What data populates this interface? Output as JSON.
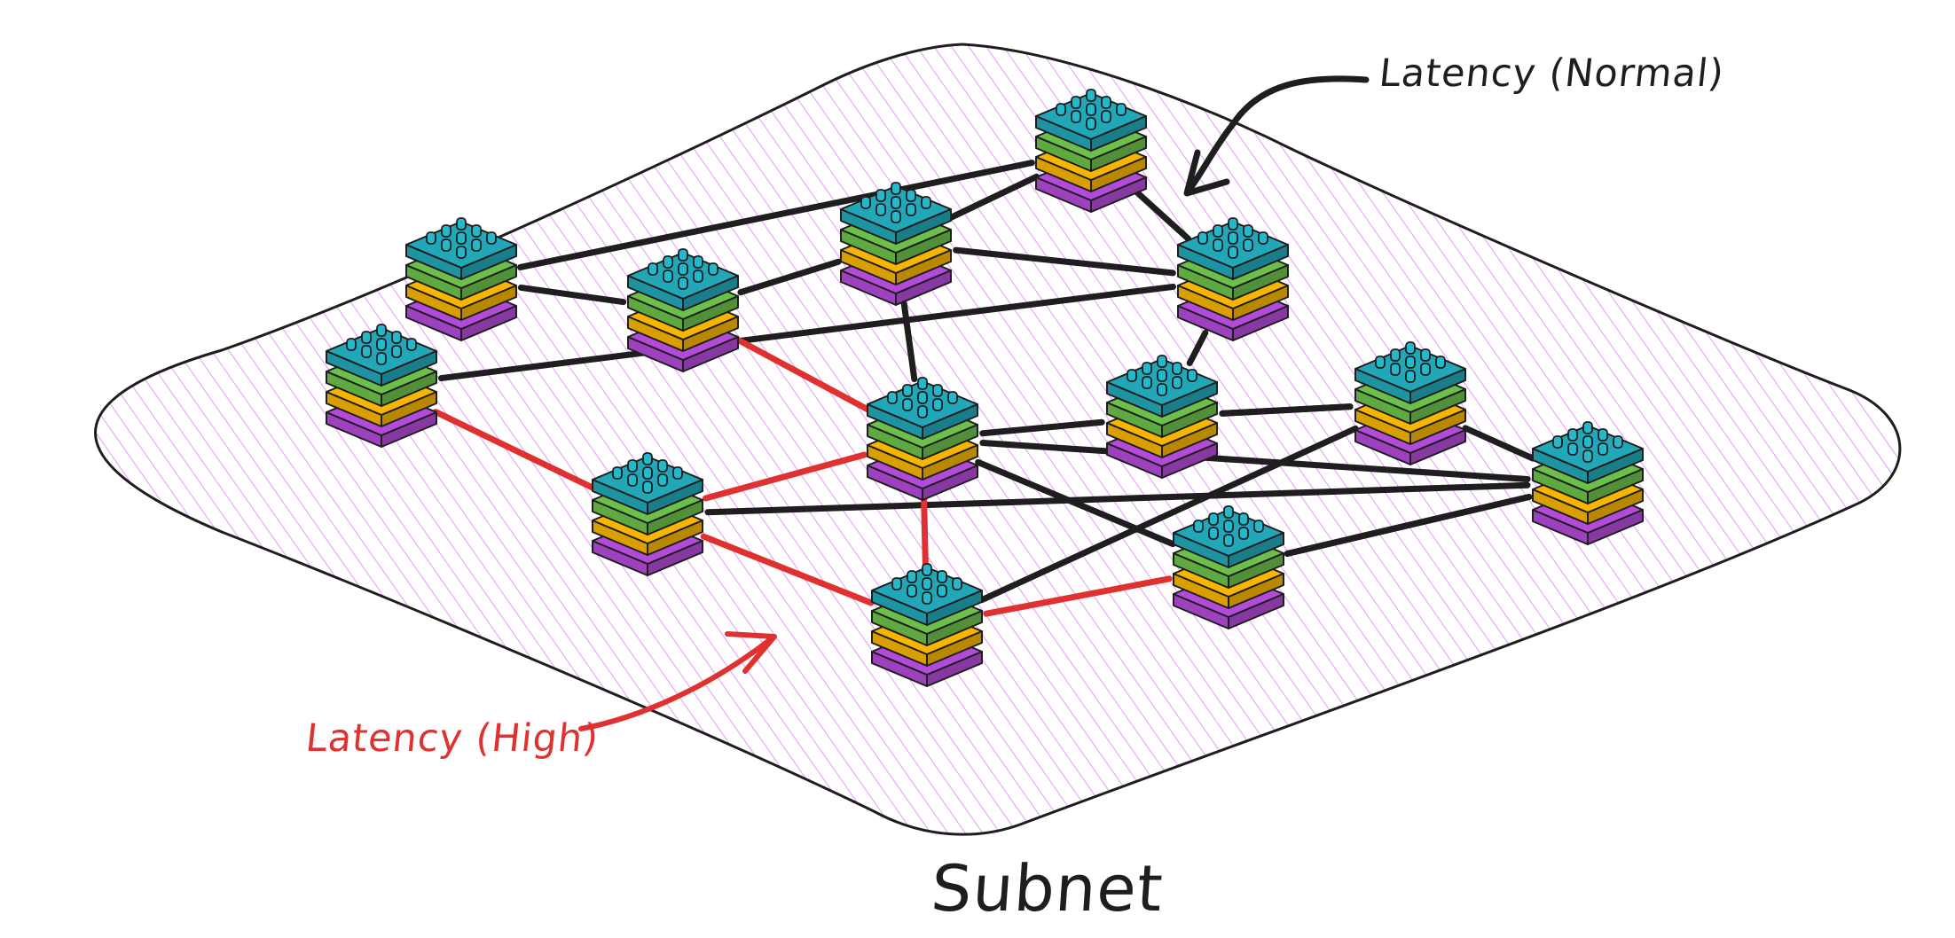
{
  "labels": {
    "latency_normal": "Latency (Normal)",
    "latency_high": "Latency (High)",
    "subnet": "Subnet"
  },
  "colors": {
    "normal_link": "#1e1e1e",
    "high_link": "#e03131",
    "hatch": "#e599f7",
    "outline": "#1e1e1e",
    "layer_top": "#22a7b8",
    "layer_green": "#6cc04a",
    "layer_orange": "#f7b500",
    "layer_purple": "#b44ad9"
  },
  "nodes": [
    {
      "id": "n1"
    },
    {
      "id": "n2"
    },
    {
      "id": "n3"
    },
    {
      "id": "n4"
    },
    {
      "id": "n5"
    },
    {
      "id": "n6"
    },
    {
      "id": "n7"
    },
    {
      "id": "n8"
    },
    {
      "id": "n9"
    },
    {
      "id": "n10"
    },
    {
      "id": "n11"
    },
    {
      "id": "n12"
    },
    {
      "id": "n13"
    },
    {
      "id": "n14"
    }
  ],
  "links": [
    {
      "from": "n1",
      "to": "n3",
      "latency": "normal"
    },
    {
      "from": "n1",
      "to": "n4",
      "latency": "normal"
    },
    {
      "from": "n2",
      "to": "n1",
      "latency": "normal"
    },
    {
      "from": "n2",
      "to": "n3",
      "latency": "normal"
    },
    {
      "from": "n2",
      "to": "n5",
      "latency": "normal"
    },
    {
      "from": "n2",
      "to": "n9",
      "latency": "normal"
    },
    {
      "from": "n3",
      "to": "n6",
      "latency": "normal"
    },
    {
      "from": "n3",
      "to": "n7",
      "latency": "normal"
    },
    {
      "from": "n4",
      "to": "n5",
      "latency": "normal"
    },
    {
      "from": "n9",
      "to": "n7",
      "latency": "normal"
    },
    {
      "from": "n7",
      "to": "n8",
      "latency": "normal"
    },
    {
      "from": "n8",
      "to": "n13",
      "latency": "normal"
    },
    {
      "from": "n8",
      "to": "n7",
      "latency": "normal"
    },
    {
      "from": "n9",
      "to": "n10",
      "latency": "normal"
    },
    {
      "from": "n9",
      "to": "n12",
      "latency": "normal"
    },
    {
      "from": "n10",
      "to": "n11",
      "latency": "normal"
    },
    {
      "from": "n8",
      "to": "n10",
      "latency": "normal"
    },
    {
      "from": "n10",
      "to": "n12",
      "latency": "normal"
    },
    {
      "from": "n12",
      "to": "n14",
      "latency": "normal"
    },
    {
      "from": "n5",
      "to": "n9",
      "latency": "high"
    },
    {
      "from": "n6",
      "to": "n11",
      "latency": "high"
    },
    {
      "from": "n11",
      "to": "n9",
      "latency": "high"
    },
    {
      "from": "n9",
      "to": "n13",
      "latency": "high"
    },
    {
      "from": "n11",
      "to": "n13",
      "latency": "high"
    },
    {
      "from": "n13",
      "to": "n12",
      "latency": "high"
    }
  ]
}
